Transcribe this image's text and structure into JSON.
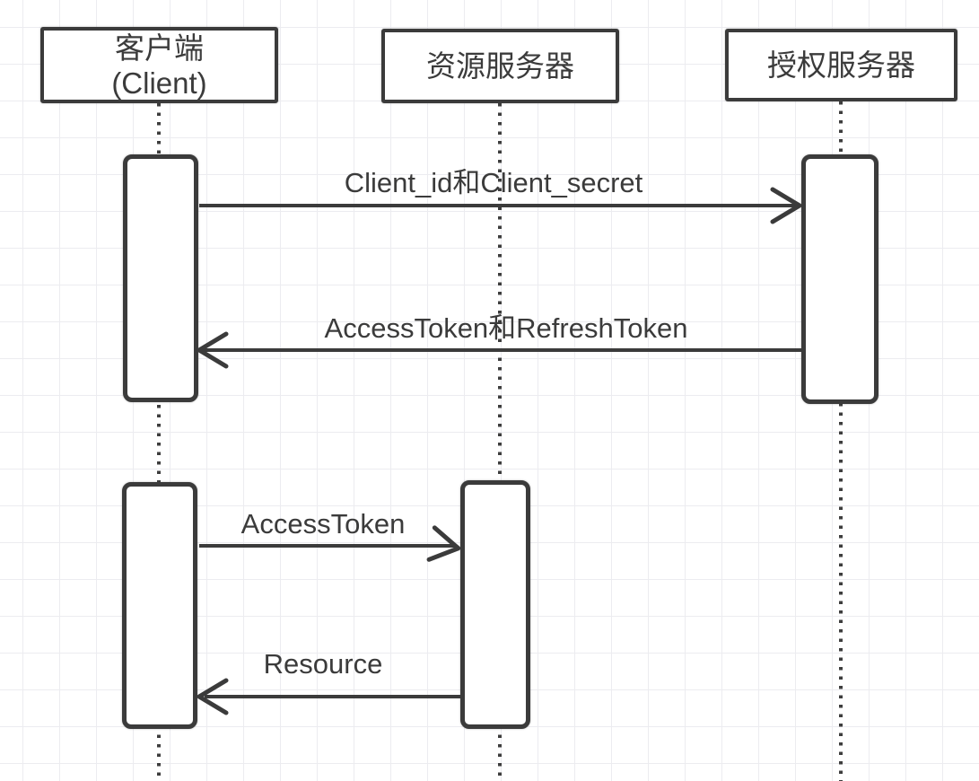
{
  "diagram": {
    "title": "OAuth client credentials sequence diagram",
    "participants": [
      {
        "id": "client",
        "label_line1": "客户端",
        "label_line2": "(Client)"
      },
      {
        "id": "resource",
        "label": "资源服务器"
      },
      {
        "id": "auth",
        "label": "授权服务器"
      }
    ],
    "messages": [
      {
        "label": "Client_id和Client_secret",
        "from": "client",
        "to": "auth",
        "direction": "right"
      },
      {
        "label": "AccessToken和RefreshToken",
        "from": "auth",
        "to": "client",
        "direction": "left"
      },
      {
        "label": "AccessToken",
        "from": "client",
        "to": "resource",
        "direction": "right"
      },
      {
        "label": "Resource",
        "from": "resource",
        "to": "client",
        "direction": "left"
      }
    ],
    "colors": {
      "stroke": "#3b3b3b",
      "grid": "#ececf0",
      "background": "#ffffff"
    }
  }
}
